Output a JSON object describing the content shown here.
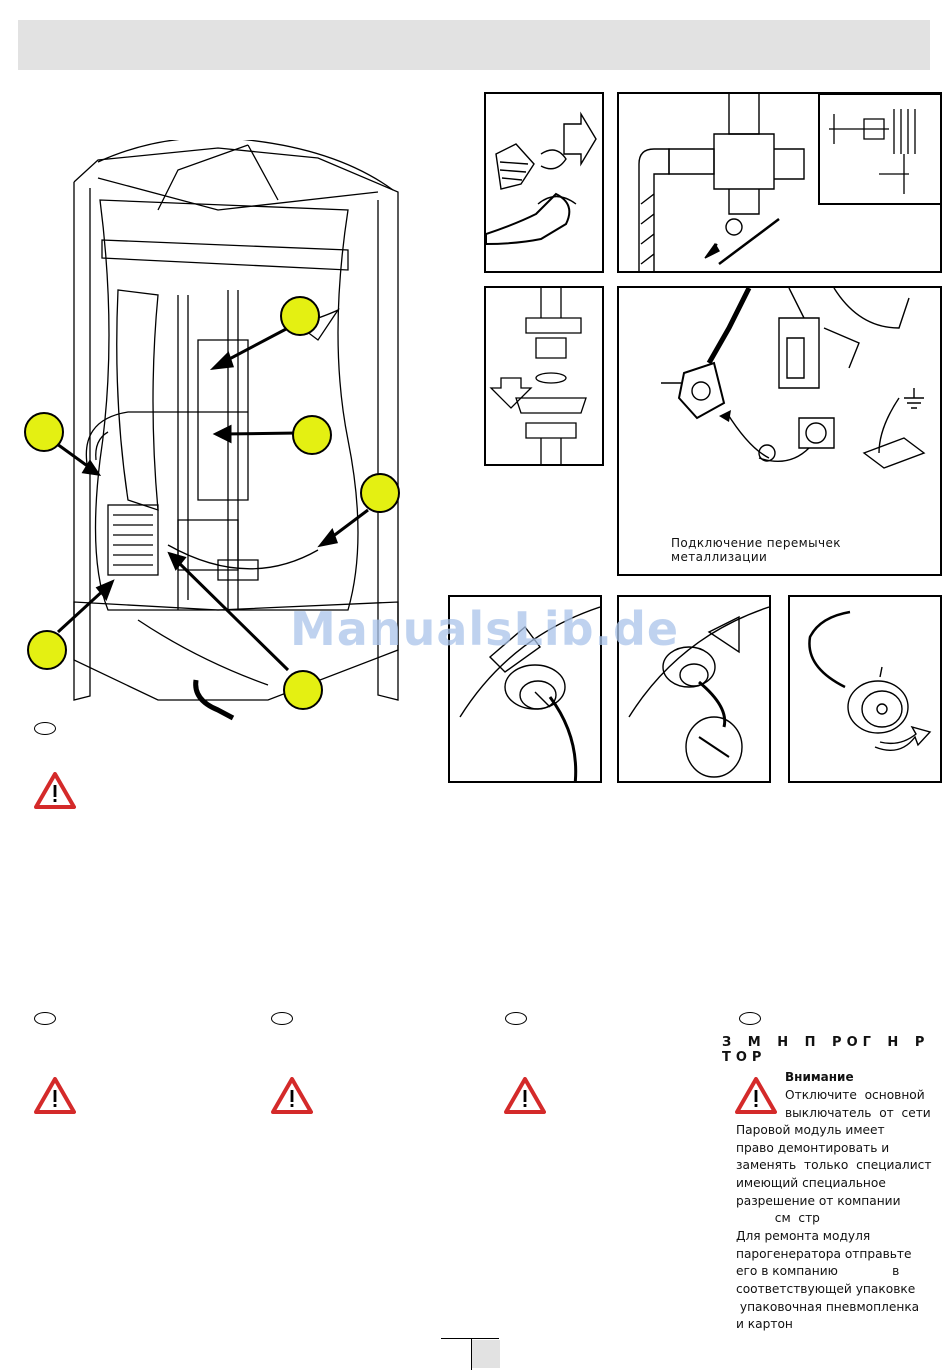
{
  "header": {
    "title": ""
  },
  "watermark": "ManualsLib.de",
  "metallization_caption": "Подключение перемычек металлизации",
  "steam_section": {
    "title": "З М Н  П РОГ Н Р ТОР",
    "attention": "Внимание",
    "lines": [
      "Отключите  основной",
      "выключатель  от  сети",
      "Паровой модуль имеет",
      "право демонтировать и",
      "заменять  только  специалист",
      "имеющий специальное",
      "разрешение от компании",
      "          см  стр",
      "Для ремонта модуля",
      "парогенератора отправьте",
      "его в компанию              в",
      "соответствующей упаковке",
      " упаковочная пневмопленка",
      "и картон"
    ]
  },
  "colors": {
    "callout": "#e4f012",
    "warning_red": "#d42a2a",
    "header_gray": "#e2e2e2",
    "watermark": "#aac4ea"
  },
  "icons": [
    "warning-triangle-icon",
    "ground-symbol-icon",
    "language-oval-icon"
  ]
}
